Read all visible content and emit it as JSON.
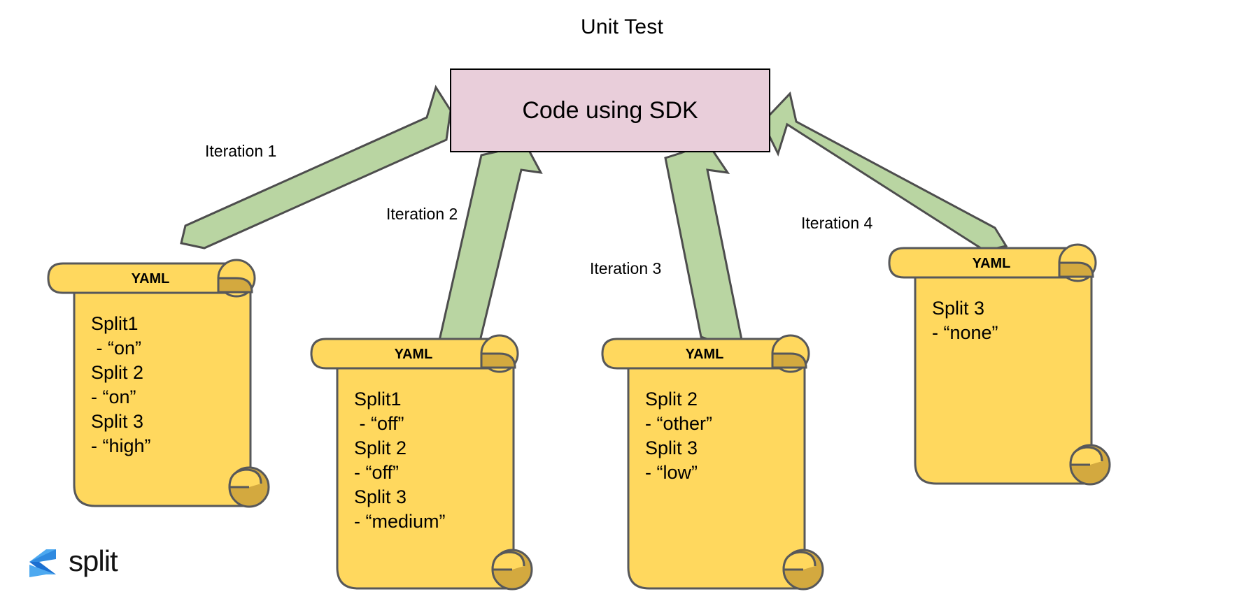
{
  "diagram": {
    "title": "Unit Test",
    "type": "flow-diagram",
    "background_color": "#ffffff",
    "process": {
      "label": "Code using SDK",
      "fill_color": "#e9ceda",
      "stroke_color": "#000000"
    },
    "arrow_color": "#b9d5a2",
    "arrow_stroke_color": "#4d4d4d",
    "edges": [
      {
        "label": "Iteration 1",
        "from": "yaml-1",
        "to": "process"
      },
      {
        "label": "Iteration 2",
        "from": "yaml-2",
        "to": "process"
      },
      {
        "label": "Iteration 3",
        "from": "yaml-3",
        "to": "process"
      },
      {
        "label": "Iteration 4",
        "from": "yaml-4",
        "to": "process"
      }
    ],
    "documents": [
      {
        "id": "yaml-1",
        "title": "YAML",
        "fill_color": "#ffd85e",
        "curl_color": "#d3a93f",
        "stroke_color": "#57585a",
        "lines": [
          "Split1",
          " - “on”",
          "Split 2",
          "- “on”",
          "Split 3",
          "- “high”"
        ]
      },
      {
        "id": "yaml-2",
        "title": "YAML",
        "fill_color": "#ffd85e",
        "curl_color": "#d3a93f",
        "stroke_color": "#57585a",
        "lines": [
          "Split1",
          " - “off”",
          "Split 2",
          "- “off”",
          "Split 3",
          "- “medium”"
        ]
      },
      {
        "id": "yaml-3",
        "title": "YAML",
        "fill_color": "#ffd85e",
        "curl_color": "#d3a93f",
        "stroke_color": "#57585a",
        "lines": [
          "Split 2",
          "- “other”",
          "Split 3",
          "- “low”"
        ]
      },
      {
        "id": "yaml-4",
        "title": "YAML",
        "fill_color": "#ffd85e",
        "curl_color": "#d3a93f",
        "stroke_color": "#57585a",
        "lines": [
          "Split 3",
          "- “none”"
        ]
      }
    ]
  },
  "brand": {
    "name": "split",
    "mark_color_light": "#4da9f0",
    "mark_color_dark": "#1b6fd1"
  }
}
